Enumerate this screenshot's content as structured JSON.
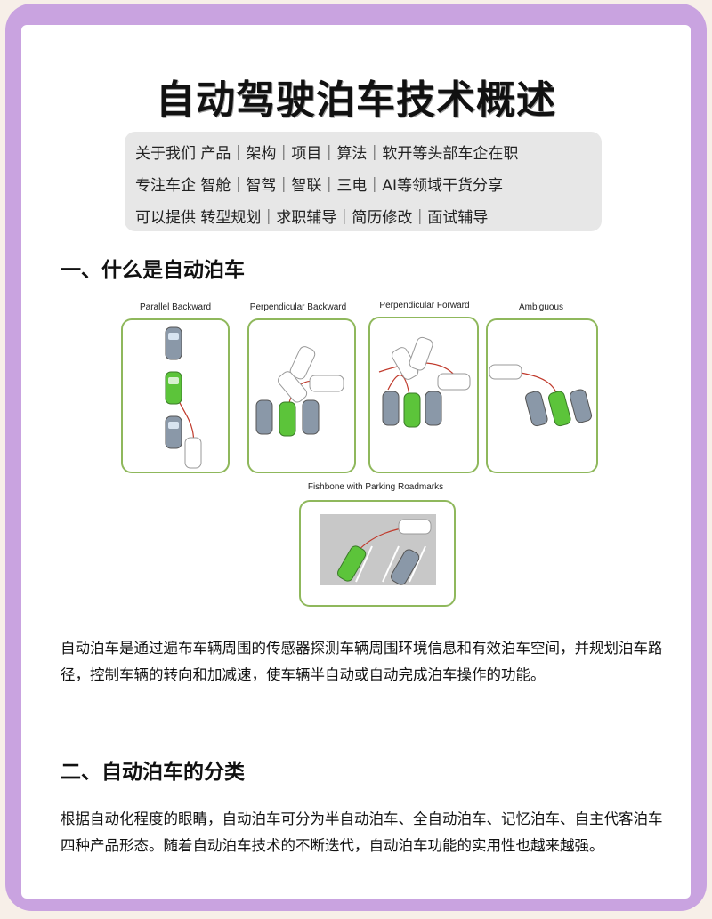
{
  "title": "自动驾驶泊车技术概述",
  "tags": {
    "line1": "关于我们 产品｜架构｜项目｜算法｜软开等头部车企在职",
    "line2": "专注车企 智舱｜智驾｜智联｜三电｜AI等领域干货分享",
    "line3": "可以提供 转型规划｜求职辅导｜简历修改｜面试辅导"
  },
  "section1": {
    "heading": "一、什么是自动泊车",
    "figure": {
      "labels": {
        "parallel": "Parallel Backward",
        "perp_backward": "Perpendicular Backward",
        "perp_forward": "Perpendicular Forward",
        "ambiguous": "Ambiguous",
        "fishbone": "Fishbone with Parking Roadmarks"
      }
    },
    "paragraph": "自动泊车是通过遍布车辆周围的传感器探测车辆周围环境信息和有效泊车空间，并规划泊车路径，控制车辆的转向和加减速，使车辆半自动或自动完成泊车操作的功能。"
  },
  "section2": {
    "heading": "二、自动泊车的分类",
    "paragraph": "根据自动化程度的眼睛，自动泊车可分为半自动泊车、全自动泊车、记忆泊车、自主代客泊车四种产品形态。随着自动泊车技术的不断迭代，自动泊车功能的实用性也越来越强。"
  },
  "colors": {
    "frame": "#c9a3e0",
    "panel_border": "#8fb85c",
    "ego_car": "#5cc43a",
    "parked_car": "#8a98a8",
    "path": "#c0392b"
  }
}
